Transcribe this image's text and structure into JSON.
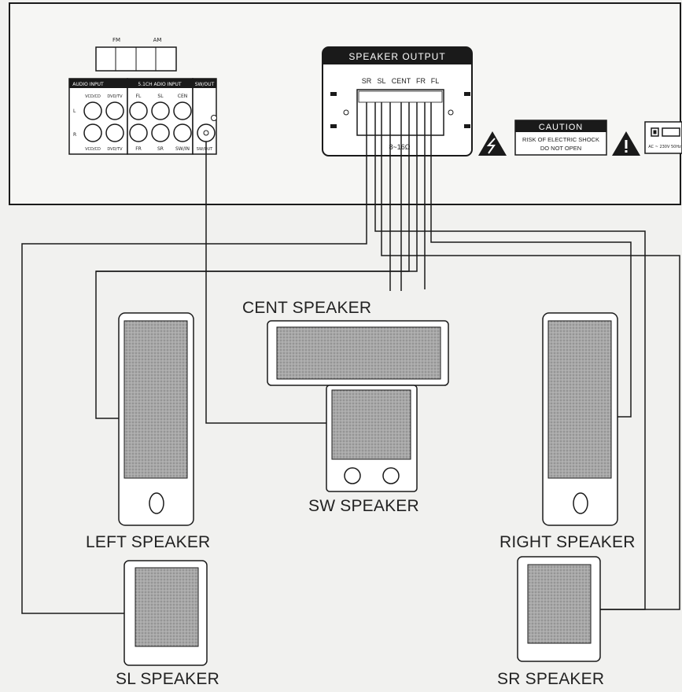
{
  "tuner": {
    "fm_label": "FM",
    "am_label": "AM"
  },
  "inputs": {
    "audio_input": {
      "title": "AUDIO INPUT",
      "top_left": "VCD/CD",
      "top_right": "DVD/TV",
      "bottom_left": "VCD/CD",
      "bottom_right": "DVD/TV",
      "ch_l": "L",
      "ch_r": "R"
    },
    "ch51_input": {
      "title": "5.1CH ADIO INPUT",
      "top": [
        "FL",
        "SL",
        "CEN"
      ],
      "bottom": [
        "FR",
        "SR",
        "SW/IN"
      ]
    },
    "sw_out": {
      "title": "SW/OUT",
      "bottom": "SW/OUT"
    }
  },
  "speaker_output": {
    "title": "SPEAKER OUTPUT",
    "channels": [
      "SR",
      "SL",
      "CENT",
      "FR",
      "FL"
    ],
    "impedance": "8~16Ω"
  },
  "caution": {
    "title": "CAUTION",
    "line1": "RISK OF ELECTRIC SHOCK",
    "line2": "DO NOT OPEN"
  },
  "power_label": "AC ~ 230V 50Hz",
  "speakers": {
    "left": "LEFT SPEAKER",
    "right": "RIGHT SPEAKER",
    "center": "CENT SPEAKER",
    "subwoofer": "SW SPEAKER",
    "sl": "SL SPEAKER",
    "sr": "SR SPEAKER"
  },
  "colors": {
    "line": "#1a1a1a",
    "panel_bg": "#f6f6f4",
    "cone_fill": "#9a9a9a",
    "header_bg": "#1a1a1a"
  }
}
